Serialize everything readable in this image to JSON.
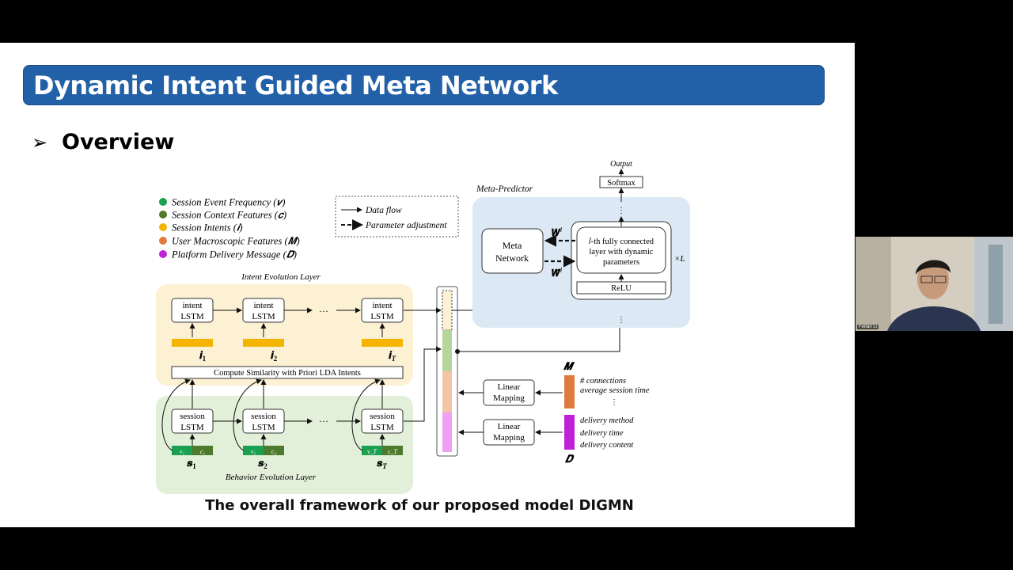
{
  "slide": {
    "title": "Dynamic Intent Guided Meta Network",
    "section": "Overview",
    "caption": "The overall framework of our proposed model DIGMN"
  },
  "legend_features": [
    {
      "label": "Session Event Frequency (𝒗)",
      "color": "#1aa050"
    },
    {
      "label": "Session Context Features (𝒄)",
      "color": "#4e7a2c"
    },
    {
      "label": "Session Intents (𝒊)",
      "color": "#f4b400"
    },
    {
      "label": "User Macroscopic Features (𝑴)",
      "color": "#e07a3c"
    },
    {
      "label": "Platform Delivery Message (𝑫)",
      "color": "#c020d8"
    }
  ],
  "legend_flow": {
    "data_flow": "Data flow",
    "param_adjust": "Parameter adjustment"
  },
  "intent_layer": {
    "title": "Intent Evolution Layer",
    "cell_label_1": "intent",
    "cell_label_2": "LSTM",
    "ellipsis": "···",
    "intents": [
      "𝒊",
      "𝒊",
      "𝒊"
    ],
    "intent_subs": [
      "1",
      "2",
      "T"
    ],
    "similarity": "Compute Similarity with Priori LDA Intents",
    "color": "#fdf1d4",
    "bar_color": "#f4b400"
  },
  "behavior_layer": {
    "title": "Behavior Evolution Layer",
    "cell_label_1": "session",
    "cell_label_2": "LSTM",
    "ellipsis": "···",
    "sessions": [
      "𝒔",
      "𝒔",
      "𝒔"
    ],
    "session_subs": [
      "1",
      "2",
      "T"
    ],
    "v_labels": [
      "v₁",
      "v₂",
      "v_T"
    ],
    "c_labels": [
      "c₁",
      "c₂",
      "c_T"
    ],
    "color": "#e2efd9"
  },
  "meta_predictor": {
    "title": "Meta-Predictor",
    "meta_network_1": "Meta",
    "meta_network_2": "Network",
    "w_label": "𝑾",
    "w_sup": "l",
    "what_label": "𝑾̂",
    "what_sup": "l",
    "fc_line1": "𝑙-th fully connected",
    "fc_line2": "layer with dynamic",
    "fc_line3": "parameters",
    "relu": "ReLU",
    "times_l": "×L",
    "softmax": "Softmax",
    "output": "Output",
    "color": "#dce9f5"
  },
  "macro_features": {
    "label": "𝑴",
    "mapping_1": "Linear",
    "mapping_2": "Mapping",
    "items": [
      "# connections",
      "average session time"
    ],
    "ellipsis": "⋮",
    "color": "#e07a3c"
  },
  "delivery": {
    "label": "𝑫",
    "mapping_1": "Linear",
    "mapping_2": "Mapping",
    "items": [
      "delivery method",
      "delivery time",
      "delivery content"
    ],
    "color": "#c020d8"
  },
  "webcam": {
    "name": "Feifan Li"
  }
}
